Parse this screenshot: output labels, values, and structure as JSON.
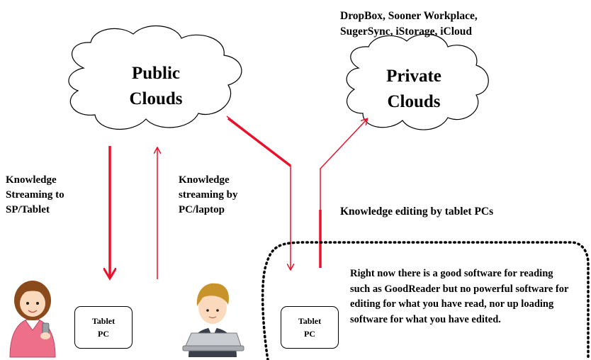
{
  "clouds": {
    "public": {
      "line1": "Public",
      "line2": "Clouds"
    },
    "private": {
      "line1": "Private",
      "line2": "Clouds"
    }
  },
  "services": {
    "line1": "DropBox, Sooner Workplace,",
    "line2": "SugerSync, iStorage, iCloud"
  },
  "streaming_to": {
    "line1": "Knowledge",
    "line2": "Streaming to",
    "line3": "SP/Tablet"
  },
  "streaming_by": {
    "line1": "Knowledge",
    "line2": "streaming by",
    "line3": "PC/laptop"
  },
  "editing_title": "Knowledge editing by tablet PCs",
  "tablets": [
    {
      "line1": "Tablet",
      "line2": "PC"
    },
    {
      "line1": "Tablet",
      "line2": "PC"
    }
  ],
  "note": "Right now there is a good software for reading such as GoodReader but no powerful software for editing for what you have read, nor up loading software for what you have edited.",
  "colors": {
    "arrow": "#e8102a",
    "outline": "#000000",
    "cloud_fill": "#ffffff",
    "box_border": "#000000"
  }
}
